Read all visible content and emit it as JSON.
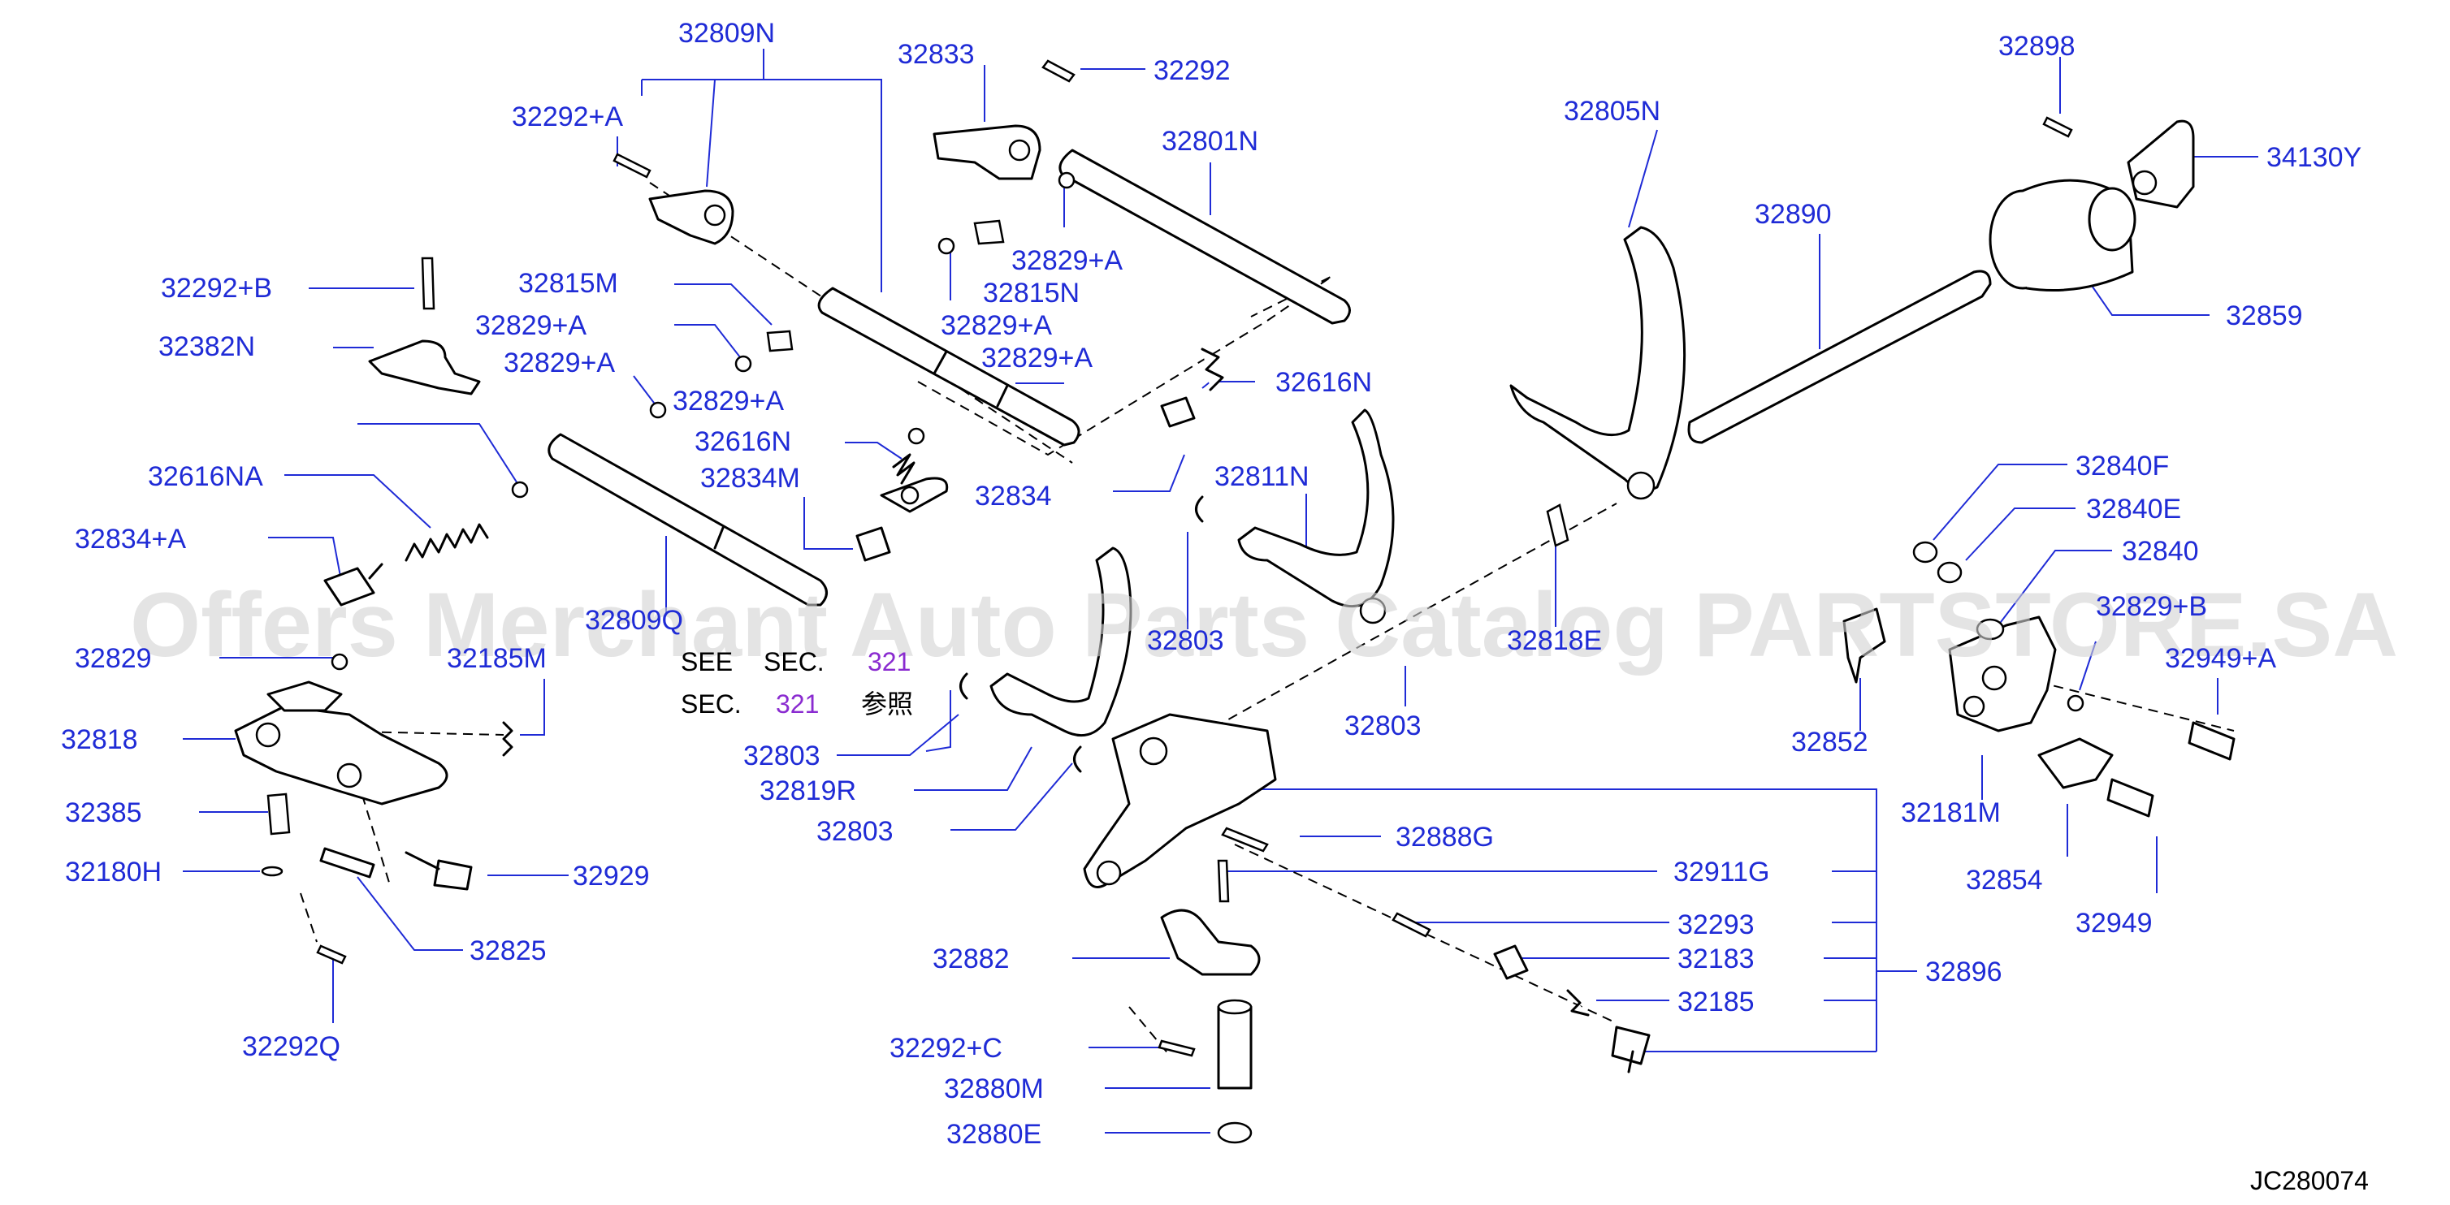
{
  "watermark": "Offers Merchant Auto Parts Catalog PARTSTORE.SA",
  "diagram_code": "JC280074",
  "see_note": {
    "line1_prefix": "SEE",
    "line1_sec": "SEC.",
    "line1_num": "321",
    "line2_sec": "SEC.",
    "line2_num": "321",
    "line2_suffix": "参照"
  },
  "labels": [
    {
      "id": "l01",
      "text": "32809N"
    },
    {
      "id": "l02",
      "text": "32833"
    },
    {
      "id": "l03",
      "text": "32292"
    },
    {
      "id": "l04",
      "text": "32898"
    },
    {
      "id": "l05",
      "text": "32292+A"
    },
    {
      "id": "l06",
      "text": "32801N"
    },
    {
      "id": "l07",
      "text": "32805N"
    },
    {
      "id": "l08",
      "text": "34130Y"
    },
    {
      "id": "l09",
      "text": "32890"
    },
    {
      "id": "l10",
      "text": "32829+A"
    },
    {
      "id": "l11",
      "text": "32815N"
    },
    {
      "id": "l12",
      "text": "32859"
    },
    {
      "id": "l13",
      "text": "32292+B"
    },
    {
      "id": "l14",
      "text": "32815M"
    },
    {
      "id": "l15",
      "text": "32829+A"
    },
    {
      "id": "l16",
      "text": "32382N"
    },
    {
      "id": "l17",
      "text": "32829+A"
    },
    {
      "id": "l18",
      "text": "32829+A"
    },
    {
      "id": "l19",
      "text": "32616N"
    },
    {
      "id": "l20",
      "text": "32829+A"
    },
    {
      "id": "l21",
      "text": "32829+A"
    },
    {
      "id": "l22",
      "text": "32616N"
    },
    {
      "id": "l23",
      "text": "32616NA"
    },
    {
      "id": "l24",
      "text": "32834M"
    },
    {
      "id": "l25",
      "text": "32840F"
    },
    {
      "id": "l26",
      "text": "32811N"
    },
    {
      "id": "l27",
      "text": "32834"
    },
    {
      "id": "l28",
      "text": "32840E"
    },
    {
      "id": "l29",
      "text": "32834+A"
    },
    {
      "id": "l30",
      "text": "32840"
    },
    {
      "id": "l31",
      "text": "32809Q"
    },
    {
      "id": "l32",
      "text": "32829+B"
    },
    {
      "id": "l33",
      "text": "32803"
    },
    {
      "id": "l34",
      "text": "32818E"
    },
    {
      "id": "l35",
      "text": "32829"
    },
    {
      "id": "l36",
      "text": "32185M"
    },
    {
      "id": "l37",
      "text": "32949+A"
    },
    {
      "id": "l38",
      "text": "32803"
    },
    {
      "id": "l39",
      "text": "32818"
    },
    {
      "id": "l40",
      "text": "32803"
    },
    {
      "id": "l41",
      "text": "32852"
    },
    {
      "id": "l42",
      "text": "32819R"
    },
    {
      "id": "l43",
      "text": "32385"
    },
    {
      "id": "l44",
      "text": "32181M"
    },
    {
      "id": "l45",
      "text": "32803"
    },
    {
      "id": "l46",
      "text": "32888G"
    },
    {
      "id": "l47",
      "text": "32180H"
    },
    {
      "id": "l48",
      "text": "32929"
    },
    {
      "id": "l49",
      "text": "32911G"
    },
    {
      "id": "l50",
      "text": "32854"
    },
    {
      "id": "l51",
      "text": "32293"
    },
    {
      "id": "l52",
      "text": "32949"
    },
    {
      "id": "l53",
      "text": "32825"
    },
    {
      "id": "l54",
      "text": "32882"
    },
    {
      "id": "l55",
      "text": "32183"
    },
    {
      "id": "l56",
      "text": "32896"
    },
    {
      "id": "l57",
      "text": "32185"
    },
    {
      "id": "l58",
      "text": "32292Q"
    },
    {
      "id": "l59",
      "text": "32292+C"
    },
    {
      "id": "l60",
      "text": "32880M"
    },
    {
      "id": "l61",
      "text": "32880E"
    }
  ]
}
